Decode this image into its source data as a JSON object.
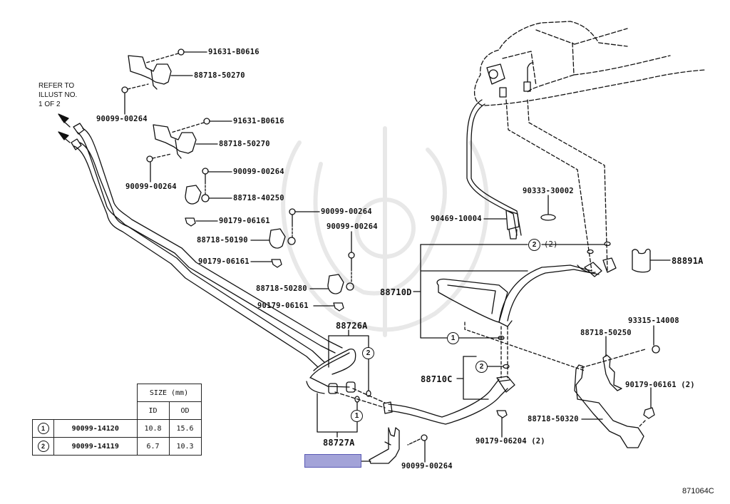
{
  "figure_number": "871064C",
  "reference_note": [
    "REFER TO",
    "ILLUST NO.",
    "1 OF 2"
  ],
  "highlight_color": "#a3a3d8",
  "parts": {
    "bolt_top_1": "91631-B0616",
    "bracket_top_1": "88718-50270",
    "bolt_left_1": "90099-00264",
    "bolt_top_2": "91631-B0616",
    "bracket_top_2": "88718-50270",
    "bolt_left_2": "90099-00264",
    "bolt_clamp_1": "90099-00264",
    "clamp_1": "88718-40250",
    "nut_clamp_1": "90179-06161",
    "bolt_clamp_2": "90099-00264",
    "clamp_2": "88718-50190",
    "nut_clamp_2": "90179-06161",
    "bolt_clamp_3": "90099-00264",
    "clamp_3": "88718-50280",
    "nut_clamp_3": "90179-06161",
    "pipe_88726": "88726A",
    "pipe_88727": "88727A",
    "bolt_bottom": "90099-00264",
    "hose_88710c": "88710C",
    "hose_88710d": "88710D",
    "clip_90469": "90469-10004",
    "plug_90333": "90333-30002",
    "cover_88891": "88891A",
    "bolt_93315": "93315-14008",
    "bracket_50250": "88718-50250",
    "nut_06161_2": "90179-06161 (2)",
    "bracket_50320": "88718-50320",
    "nut_06204_2": "90179-06204 (2)",
    "oring_qty_label": "(2)"
  },
  "callouts": {
    "one": "1",
    "two": "2"
  },
  "size_table": {
    "header": "SIZE (mm)",
    "columns": [
      "ID",
      "OD"
    ],
    "rows": [
      {
        "ref": "1",
        "part": "90099-14120",
        "id": "10.8",
        "od": "15.6"
      },
      {
        "ref": "2",
        "part": "90099-14119",
        "id": "6.7",
        "od": "10.3"
      }
    ]
  }
}
